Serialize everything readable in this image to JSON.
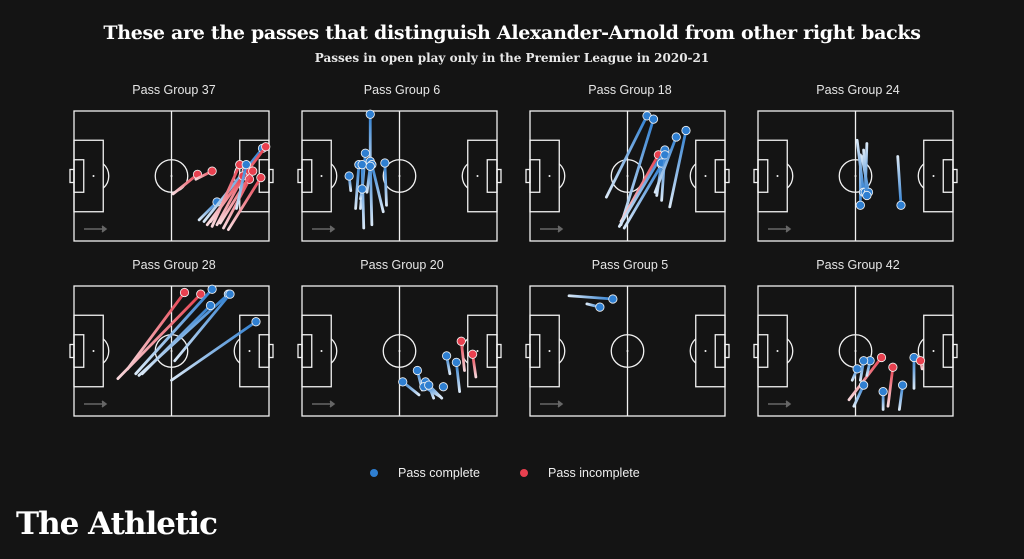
{
  "header": {
    "title": "These are the passes that distinguish Alexander-Arnold from other right backs",
    "subtitle": "Passes in open play only in the Premier League in 2020-21"
  },
  "legend": {
    "complete_label": "Pass complete",
    "incomplete_label": "Pass incomplete",
    "complete_color": "#2f7fd1",
    "incomplete_color": "#e8404f"
  },
  "brand": {
    "name": "The Athletic"
  },
  "chart_data": {
    "type": "scatter",
    "title": "These are the passes that distinguish Alexander-Arnold from other right backs",
    "subtitle": "Passes in open play only in the Premier League in 2020-21",
    "xlabel": "",
    "ylabel": "",
    "coordinate_system": "pitch 120x80, attacking left to right, start=[x,y], end=[x,y] (dot at end)",
    "legend": [
      "Pass complete",
      "Pass incomplete"
    ],
    "legend_position": "bottom",
    "panels": [
      {
        "title": "Pass Group 37",
        "passes": [
          {
            "start": [
              61,
              51
            ],
            "end": [
              76,
              39
            ],
            "complete": false
          },
          {
            "start": [
              75,
              42
            ],
            "end": [
              85,
              37
            ],
            "complete": false
          },
          {
            "start": [
              77,
              67
            ],
            "end": [
              88,
              56
            ],
            "complete": true
          },
          {
            "start": [
              80,
              68
            ],
            "end": [
              116,
              23
            ],
            "complete": true
          },
          {
            "start": [
              82,
              70
            ],
            "end": [
              118,
              22
            ],
            "complete": false
          },
          {
            "start": [
              85,
              71
            ],
            "end": [
              102,
              33
            ],
            "complete": false
          },
          {
            "start": [
              88,
              70
            ],
            "end": [
              106,
              37
            ],
            "complete": false
          },
          {
            "start": [
              84,
              68
            ],
            "end": [
              104,
              40
            ],
            "complete": false
          },
          {
            "start": [
              92,
              72
            ],
            "end": [
              108,
              42
            ],
            "complete": false
          },
          {
            "start": [
              95,
              73
            ],
            "end": [
              115,
              41
            ],
            "complete": false
          },
          {
            "start": [
              90,
              69
            ],
            "end": [
              110,
              37
            ],
            "complete": false
          },
          {
            "start": [
              100,
              60
            ],
            "end": [
              106,
              33
            ],
            "complete": true
          }
        ]
      },
      {
        "title": "Pass Group 6",
        "passes": [
          {
            "start": [
              42,
              40
            ],
            "end": [
              42,
              2
            ],
            "complete": true
          },
          {
            "start": [
              36,
              60
            ],
            "end": [
              39,
              26
            ],
            "complete": true
          },
          {
            "start": [
              33,
              60
            ],
            "end": [
              35,
              33
            ],
            "complete": true
          },
          {
            "start": [
              38,
              72
            ],
            "end": [
              37,
              33
            ],
            "complete": true
          },
          {
            "start": [
              43,
              70
            ],
            "end": [
              42,
              31
            ],
            "complete": true
          },
          {
            "start": [
              50,
              62
            ],
            "end": [
              43,
              33
            ],
            "complete": true
          },
          {
            "start": [
              52,
              58
            ],
            "end": [
              51,
              32
            ],
            "complete": true
          },
          {
            "start": [
              30,
              49
            ],
            "end": [
              29,
              40
            ],
            "complete": true
          },
          {
            "start": [
              36,
              54
            ],
            "end": [
              37,
              48
            ],
            "complete": true
          },
          {
            "start": [
              40,
              50
            ],
            "end": [
              42,
              34
            ],
            "complete": true
          }
        ]
      },
      {
        "title": "Pass Group 18",
        "passes": [
          {
            "start": [
              47,
              53
            ],
            "end": [
              72,
              3
            ],
            "complete": true
          },
          {
            "start": [
              56,
              70
            ],
            "end": [
              76,
              5
            ],
            "complete": true
          },
          {
            "start": [
              56,
              68
            ],
            "end": [
              79,
              27
            ],
            "complete": false
          },
          {
            "start": [
              55,
              71
            ],
            "end": [
              83,
              24
            ],
            "complete": true
          },
          {
            "start": [
              58,
              72
            ],
            "end": [
              81,
              33
            ],
            "complete": true
          },
          {
            "start": [
              78,
              52
            ],
            "end": [
              81,
              32
            ],
            "complete": true
          },
          {
            "start": [
              81,
              55
            ],
            "end": [
              83,
              27
            ],
            "complete": true
          },
          {
            "start": [
              86,
              59
            ],
            "end": [
              96,
              12
            ],
            "complete": true
          },
          {
            "start": [
              77,
              50
            ],
            "end": [
              90,
              16
            ],
            "complete": true
          }
        ]
      },
      {
        "title": "Pass Group 24",
        "passes": [
          {
            "start": [
              63,
              27
            ],
            "end": [
              63,
              58
            ],
            "complete": true
          },
          {
            "start": [
              61,
              18
            ],
            "end": [
              65,
              50
            ],
            "complete": true
          },
          {
            "start": [
              67,
              20
            ],
            "end": [
              66,
              50
            ],
            "complete": true
          },
          {
            "start": [
              64,
              28
            ],
            "end": [
              68,
              50
            ],
            "complete": true
          },
          {
            "start": [
              65,
              24
            ],
            "end": [
              67,
              52
            ],
            "complete": true
          },
          {
            "start": [
              86,
              28
            ],
            "end": [
              88,
              58
            ],
            "complete": true
          }
        ]
      },
      {
        "title": "Pass Group 28",
        "passes": [
          {
            "start": [
              33,
              51
            ],
            "end": [
              68,
              4
            ],
            "complete": false
          },
          {
            "start": [
              27,
              57
            ],
            "end": [
              78,
              5
            ],
            "complete": false
          },
          {
            "start": [
              38,
              54
            ],
            "end": [
              85,
              2
            ],
            "complete": true
          },
          {
            "start": [
              40,
              55
            ],
            "end": [
              95,
              5
            ],
            "complete": true
          },
          {
            "start": [
              42,
              54
            ],
            "end": [
              84,
              12
            ],
            "complete": true
          },
          {
            "start": [
              62,
              46
            ],
            "end": [
              96,
              5
            ],
            "complete": true
          },
          {
            "start": [
              60,
              58
            ],
            "end": [
              112,
              22
            ],
            "complete": true
          }
        ]
      },
      {
        "title": "Pass Group 20",
        "passes": [
          {
            "start": [
              72,
              67
            ],
            "end": [
              62,
              59
            ],
            "complete": true
          },
          {
            "start": [
              74,
              64
            ],
            "end": [
              71,
              52
            ],
            "complete": true
          },
          {
            "start": [
              86,
              69
            ],
            "end": [
              76,
              59
            ],
            "complete": true
          },
          {
            "start": [
              85,
              68
            ],
            "end": [
              75,
              62
            ],
            "complete": true
          },
          {
            "start": [
              81,
              69
            ],
            "end": [
              78,
              61
            ],
            "complete": true
          },
          {
            "start": [
              87,
              63
            ],
            "end": [
              87,
              62
            ],
            "complete": true
          },
          {
            "start": [
              97,
              65
            ],
            "end": [
              95,
              47
            ],
            "complete": true
          },
          {
            "start": [
              91,
              54
            ],
            "end": [
              89,
              43
            ],
            "complete": true
          },
          {
            "start": [
              100,
              52
            ],
            "end": [
              98,
              34
            ],
            "complete": false
          },
          {
            "start": [
              107,
              56
            ],
            "end": [
              105,
              42
            ],
            "complete": false
          }
        ]
      },
      {
        "title": "Pass Group 5",
        "passes": [
          {
            "start": [
              24,
              6
            ],
            "end": [
              51,
              8
            ],
            "complete": true
          },
          {
            "start": [
              35,
              11
            ],
            "end": [
              43,
              13
            ],
            "complete": true
          }
        ]
      },
      {
        "title": "Pass Group 42",
        "passes": [
          {
            "start": [
              56,
              70
            ],
            "end": [
              76,
              44
            ],
            "complete": false
          },
          {
            "start": [
              59,
              74
            ],
            "end": [
              65,
              61
            ],
            "complete": true
          },
          {
            "start": [
              58,
              58
            ],
            "end": [
              61,
              51
            ],
            "complete": true
          },
          {
            "start": [
              67,
              55
            ],
            "end": [
              69,
              46
            ],
            "complete": true
          },
          {
            "start": [
              63,
              58
            ],
            "end": [
              65,
              46
            ],
            "complete": true
          },
          {
            "start": [
              80,
              74
            ],
            "end": [
              83,
              50
            ],
            "complete": false
          },
          {
            "start": [
              77,
              76
            ],
            "end": [
              77,
              65
            ],
            "complete": true
          },
          {
            "start": [
              87,
              76
            ],
            "end": [
              89,
              61
            ],
            "complete": true
          },
          {
            "start": [
              96,
              63
            ],
            "end": [
              96,
              44
            ],
            "complete": true
          },
          {
            "start": [
              101,
              51
            ],
            "end": [
              100,
              46
            ],
            "complete": false
          }
        ]
      }
    ]
  }
}
